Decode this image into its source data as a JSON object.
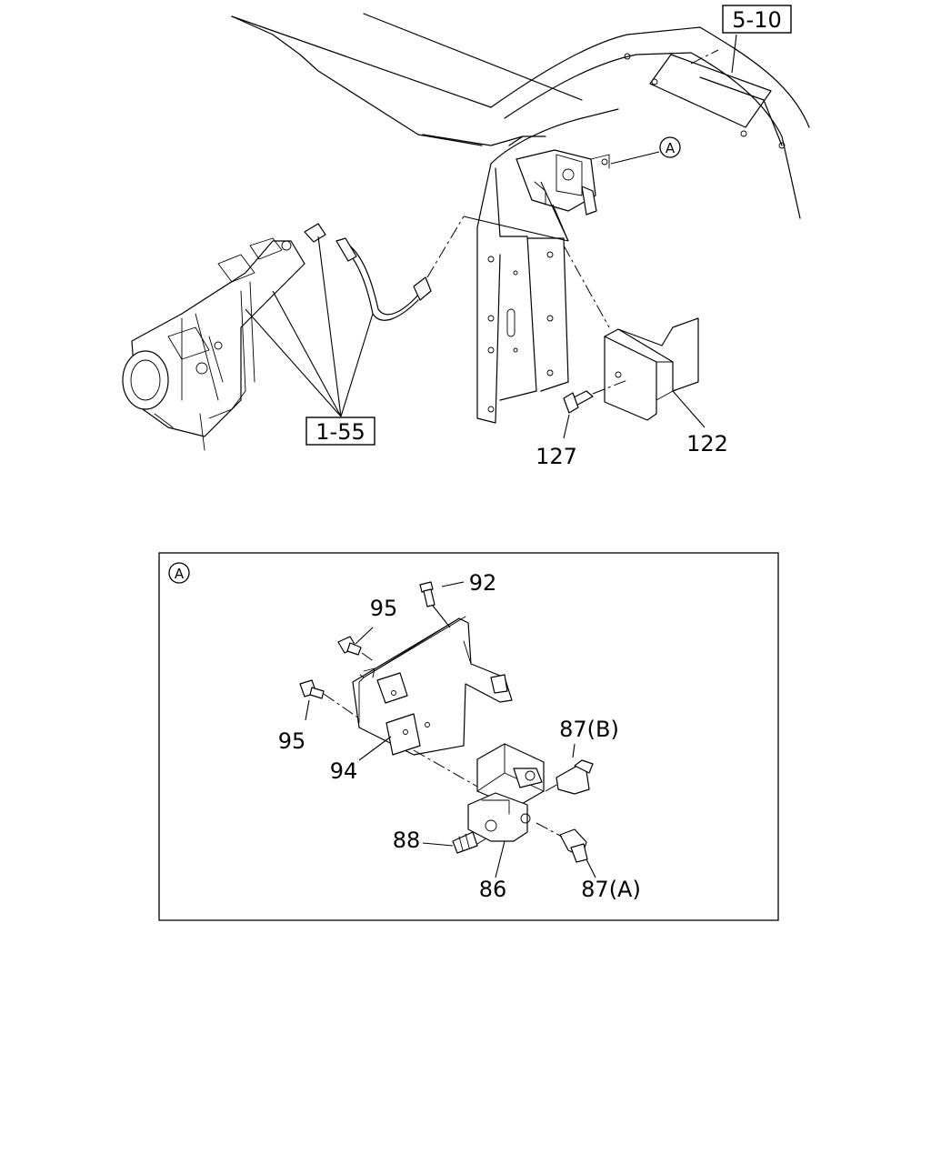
{
  "references": {
    "ref_5_10": "5-10",
    "ref_1_55": "1-55"
  },
  "callouts": {
    "part_127": "127",
    "part_122": "122",
    "detail_marker": "A"
  },
  "detail": {
    "marker": "A",
    "labels": {
      "part_92": "92",
      "part_95_top": "95",
      "part_95_left": "95",
      "part_94": "94",
      "part_87b": "87(B)",
      "part_88": "88",
      "part_86": "86",
      "part_87a": "87(A)"
    }
  }
}
